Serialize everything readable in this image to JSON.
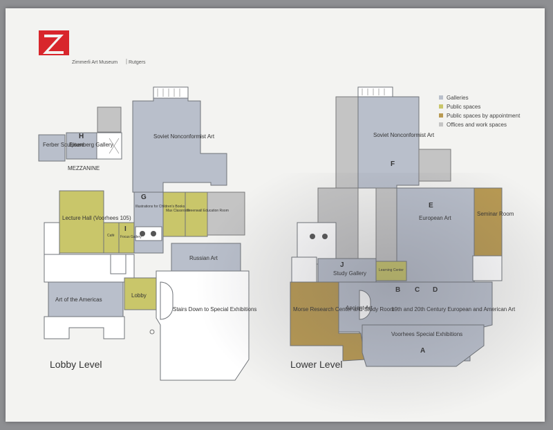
{
  "header": {
    "museum_name": "Zimmerli Art Museum",
    "university": "Rutgers",
    "logo_icon": "zimmerli-z-logo-icon"
  },
  "legend": [
    {
      "label": "Galleries",
      "color": "#b9bfcb"
    },
    {
      "label": "Public spaces",
      "color": "#c9c66a"
    },
    {
      "label": "Public spaces by appointment",
      "color": "#b99a52"
    },
    {
      "label": "Offices and work spaces",
      "color": "#c4c4c4"
    }
  ],
  "lobby_level": {
    "title": "Lobby Level",
    "mezzanine_label": "MEZZANINE",
    "rooms": {
      "ferber": "Ferber Sculpture",
      "h_letter": "H",
      "eisenberg": "Eisenberg Gallery",
      "soviet": "Soviet Nonconformist Art",
      "lecture_hall": "Lecture Hall (Voorhees 105)",
      "cafe": "Café",
      "i_letter": "I",
      "focus_gallery": "Focus Gallery",
      "g_letter": "G",
      "illustrations": "Illustrations for Children's Books",
      "max_classroom": "Max Classroom",
      "greenwall": "Greenwall Education Room",
      "russian_art": "Russian Art",
      "americas": "Art of the Americas",
      "lobby": "Lobby",
      "stairs": "Stairs Down to Special Exhibitions"
    }
  },
  "lower_level": {
    "title": "Lower Level",
    "rooms": {
      "soviet": "Soviet Nonconformist Art",
      "f_letter": "F",
      "e_letter": "E",
      "european": "European Art",
      "seminar": "Seminar Room",
      "j_letter": "J",
      "study_gallery": "Study Gallery",
      "learning_center": "Learning Center",
      "b_letter": "B",
      "c_letter": "C",
      "d_letter": "D",
      "century": "19th and 20th Century European and American Art",
      "morse": "Morse Research Center and Study Room",
      "ancient": "Ancient Art",
      "voorhees": "Voorhees Special Exhibitions",
      "a_letter": "A"
    }
  }
}
